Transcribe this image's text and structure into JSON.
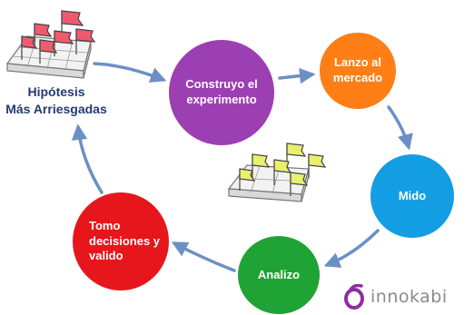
{
  "colors": {
    "construyo": "#9c3fb2",
    "lanzo": "#ff7f16",
    "mido": "#139ee3",
    "analizo": "#1fa334",
    "tomo": "#e7161c",
    "arrow": "#6c8fc6",
    "label": "#243a73",
    "flag_red": "#f05a6e",
    "flag_yellow": "#e8f06c",
    "brand": "#8c2fa0"
  },
  "hypothesis": {
    "line1": "Hipótesis",
    "line2": "Más Arriesgadas"
  },
  "nodes": {
    "construyo": {
      "line1": "Construyo el",
      "line2": "experimento"
    },
    "lanzo": {
      "line1": "Lanzo al",
      "line2": "mercado"
    },
    "mido": {
      "label": "Mido"
    },
    "analizo": {
      "label": "Analizo"
    },
    "tomo": {
      "line1": "Tomo",
      "line2": "decisiones y",
      "line3": "valido"
    }
  },
  "icons": {
    "red_flags": "red-flags-board-icon",
    "yellow_flags": "yellow-flags-board-icon",
    "logo": "innokabi-logo-icon"
  },
  "logo": {
    "text": "innokabi"
  }
}
